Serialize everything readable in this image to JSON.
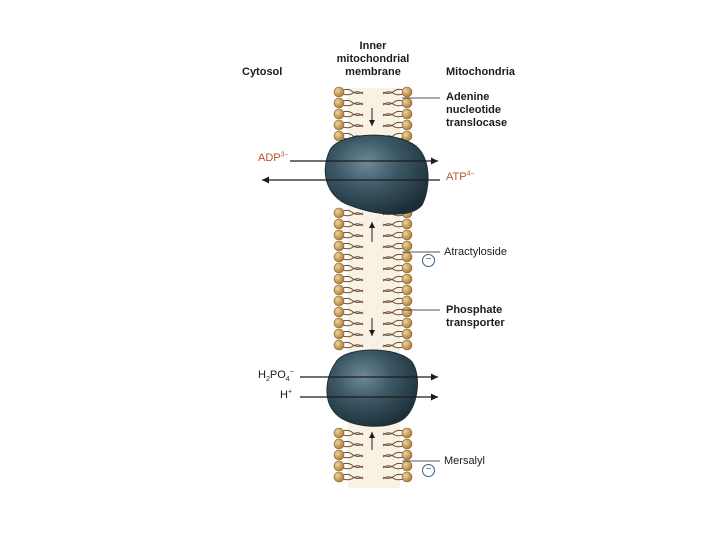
{
  "headers": {
    "cytosol": "Cytosol",
    "membrane_line1": "Inner",
    "membrane_line2": "mitochondrial",
    "membrane_line3": "membrane",
    "mitochondria": "Mitochondria"
  },
  "translocase": {
    "name_line1": "Adenine",
    "name_line2": "nucleotide",
    "name_line3": "translocase",
    "substrate_in": "ADP",
    "substrate_in_charge": "3−",
    "substrate_out": "ATP",
    "substrate_out_charge": "4−",
    "inhibitor": "Atractyloside"
  },
  "phosphate": {
    "name_line1": "Phosphate",
    "name_line2": "transporter",
    "ion_main": "H",
    "ion_sub": "2",
    "ion_po": "PO",
    "ion_sub2": "4",
    "ion_charge": "−",
    "proton": "H",
    "proton_charge": "+",
    "inhibitor": "Mersalyl"
  },
  "inhibitor_symbol": "−",
  "colors": {
    "protein": "#2f4a56",
    "head": "#c8a060",
    "tail": "#6a4a30",
    "membrane_core": "#f7f2e4",
    "substrate_text": "#b5552a",
    "inhibitor": "#3a5f8a"
  }
}
